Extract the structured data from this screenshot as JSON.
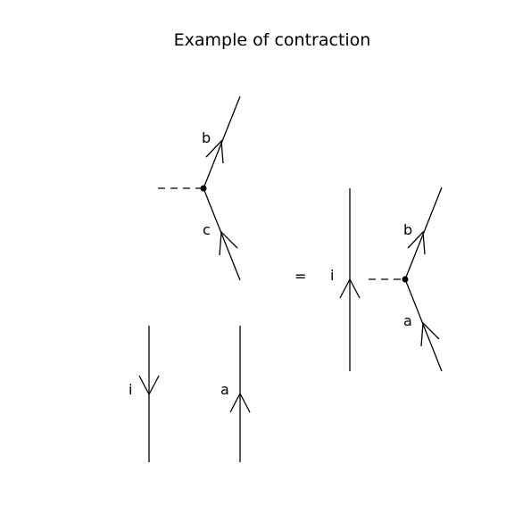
{
  "title": "Example of contraction",
  "equals_sign": "=",
  "left_vertex": {
    "upper_label": "b",
    "lower_label": "c"
  },
  "loose_lines": {
    "left_label": "i",
    "right_label": "a"
  },
  "middle_line": {
    "label": "i"
  },
  "right_vertex": {
    "upper_label": "b",
    "lower_label": "a"
  }
}
